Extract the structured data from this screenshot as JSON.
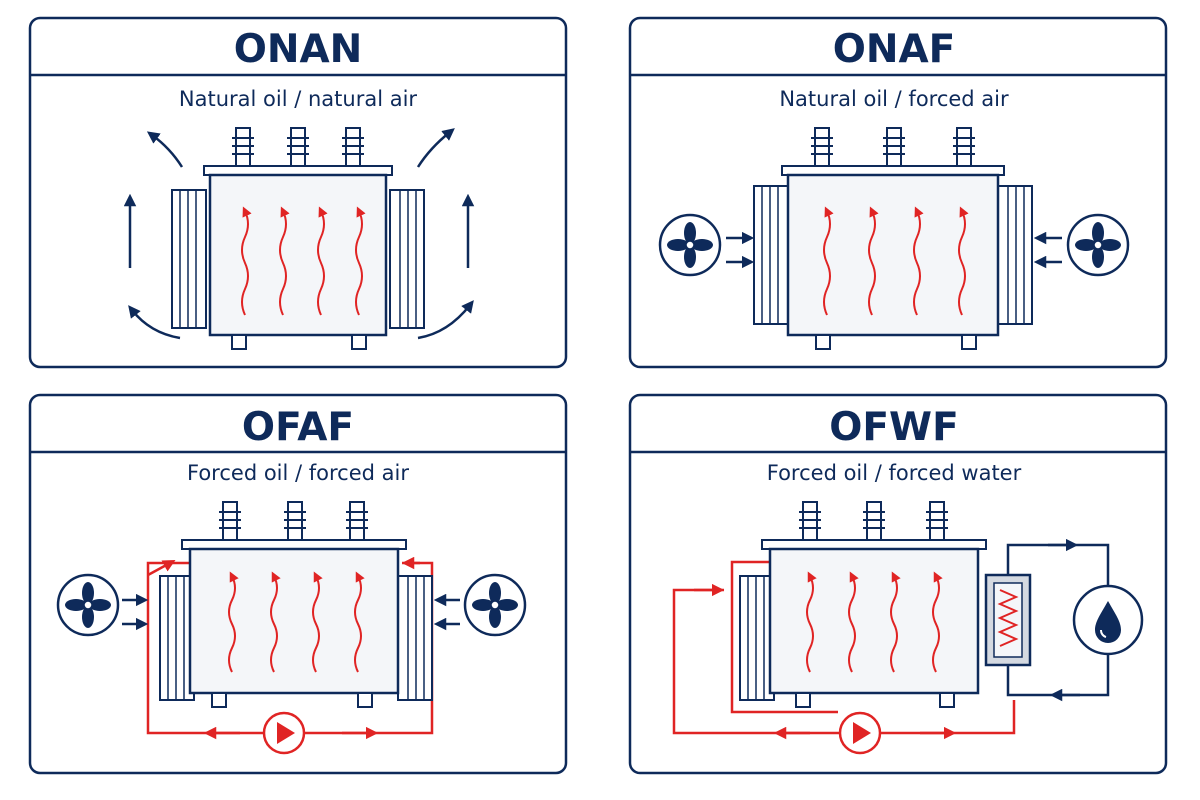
{
  "colors": {
    "navy": "#0e2a5a",
    "red": "#e02424",
    "tank": "#f4f6f9",
    "fill": "#ffffff"
  },
  "panels": [
    {
      "id": "onan",
      "title": "ONAN",
      "subtitle": "Natural oil / natural air",
      "cooling": "natural-air"
    },
    {
      "id": "onaf",
      "title": "ONAF",
      "subtitle": "Natural oil / forced air",
      "cooling": "fans"
    },
    {
      "id": "ofaf",
      "title": "OFAF",
      "subtitle": "Forced oil / forced air",
      "cooling": "fans-pump"
    },
    {
      "id": "ofwf",
      "title": "OFWF",
      "subtitle": "Forced oil / forced water",
      "cooling": "water-pump"
    }
  ],
  "icons": [
    "bushing-icon",
    "radiator-icon",
    "heat-wave-icon",
    "airflow-arrow-icon",
    "fan-icon",
    "pump-icon",
    "heat-exchanger-icon",
    "water-drop-icon"
  ]
}
